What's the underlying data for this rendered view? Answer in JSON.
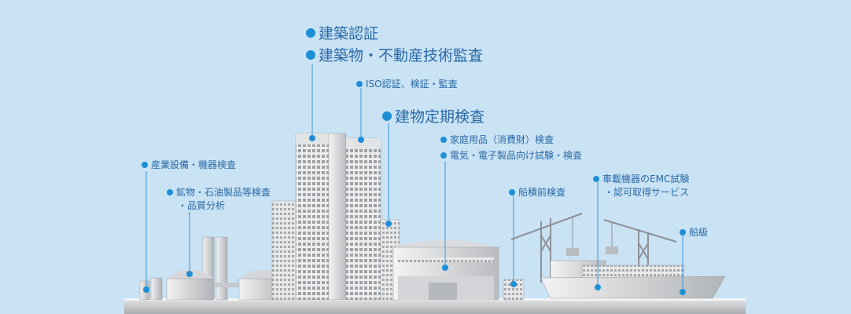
{
  "labels": {
    "building_cert": "建築認証",
    "building_tech": "建築物・不動産技術監査",
    "iso": "ISO認証、検証・監査",
    "periodic": "建物定期検査",
    "household": "家庭用品（消費財）検査",
    "electrical": "電気・電子製品向け試験・検査",
    "industrial": "産業設備・機器検査",
    "minerals_line1": "鉱物・石油製品等検査",
    "minerals_line2": "・品質分析",
    "pre_shipment": "船積前検査",
    "automotive_line1": "車載機器のEMC試験",
    "automotive_line2": "・認可取得サービス",
    "ship_class": "船級"
  },
  "colors": {
    "background": "#c9e2f4",
    "accent": "#1e8fd6",
    "text": "#2a6aa6"
  }
}
